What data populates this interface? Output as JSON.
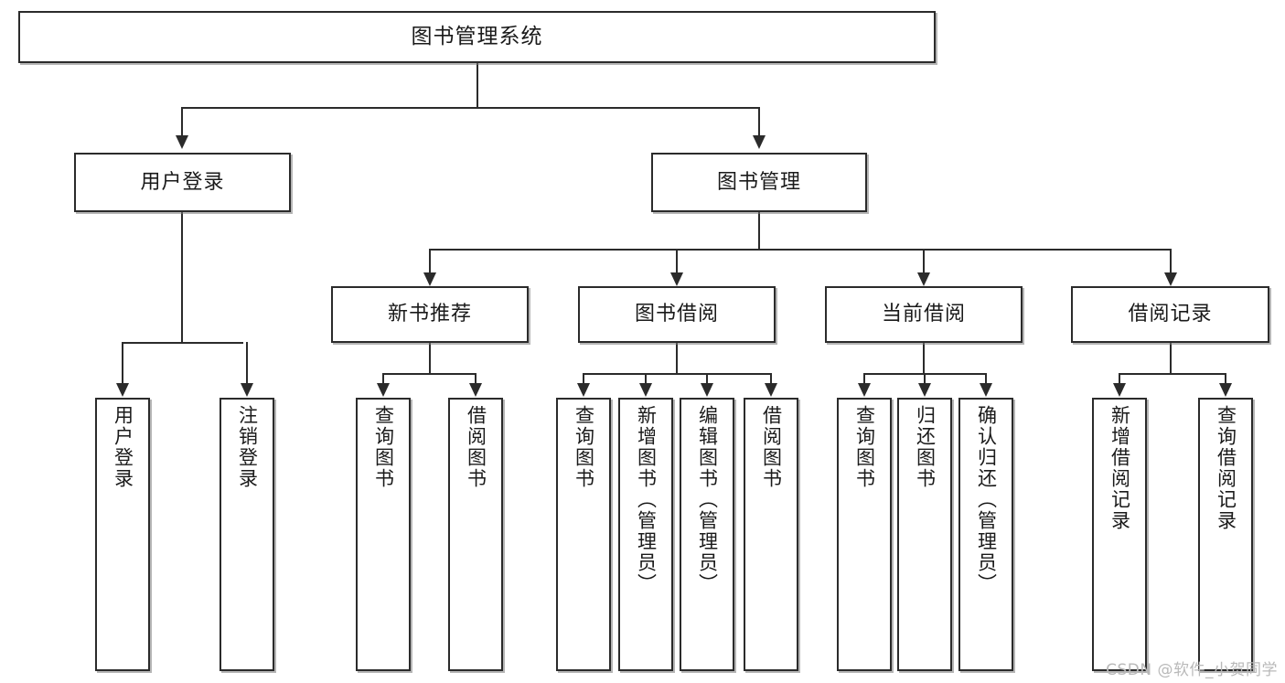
{
  "diagram": {
    "title": "图书管理系统",
    "type": "tree",
    "orientation": "top-down",
    "colors": {
      "stroke": "#2b2b2b",
      "fill": "#ffffff",
      "text": "#1a1a1a",
      "watermark": "#b9b9b9"
    },
    "levels": {
      "root_label": "图书管理系统",
      "level2": [
        "用户登录",
        "图书管理"
      ],
      "level3": [
        "新书推荐",
        "图书借阅",
        "当前借阅",
        "借阅记录"
      ]
    },
    "nodes": {
      "root": {
        "label": "图书管理系统"
      },
      "user_login": {
        "label": "用户登录"
      },
      "book_manage": {
        "label": "图书管理"
      },
      "new_book_rec": {
        "label": "新书推荐"
      },
      "book_borrow": {
        "label": "图书借阅"
      },
      "current_borrow": {
        "label": "当前借阅"
      },
      "borrow_record": {
        "label": "借阅记录"
      }
    },
    "leaves": {
      "user_login": [
        {
          "label": "用户登录"
        },
        {
          "label": "注销登录"
        }
      ],
      "new_book_rec": [
        {
          "label": "查询图书"
        },
        {
          "label": "借阅图书"
        }
      ],
      "book_borrow": [
        {
          "label": "查询图书"
        },
        {
          "label": "新增图书（管理员）"
        },
        {
          "label": "编辑图书（管理员）"
        },
        {
          "label": "借阅图书"
        }
      ],
      "current_borrow": [
        {
          "label": "查询图书"
        },
        {
          "label": "归还图书"
        },
        {
          "label": "确认归还（管理员）"
        }
      ],
      "borrow_record": [
        {
          "label": "新增借阅记录"
        },
        {
          "label": "查询借阅记录"
        }
      ]
    },
    "watermark": "CSDN @软件_小贺同学"
  }
}
